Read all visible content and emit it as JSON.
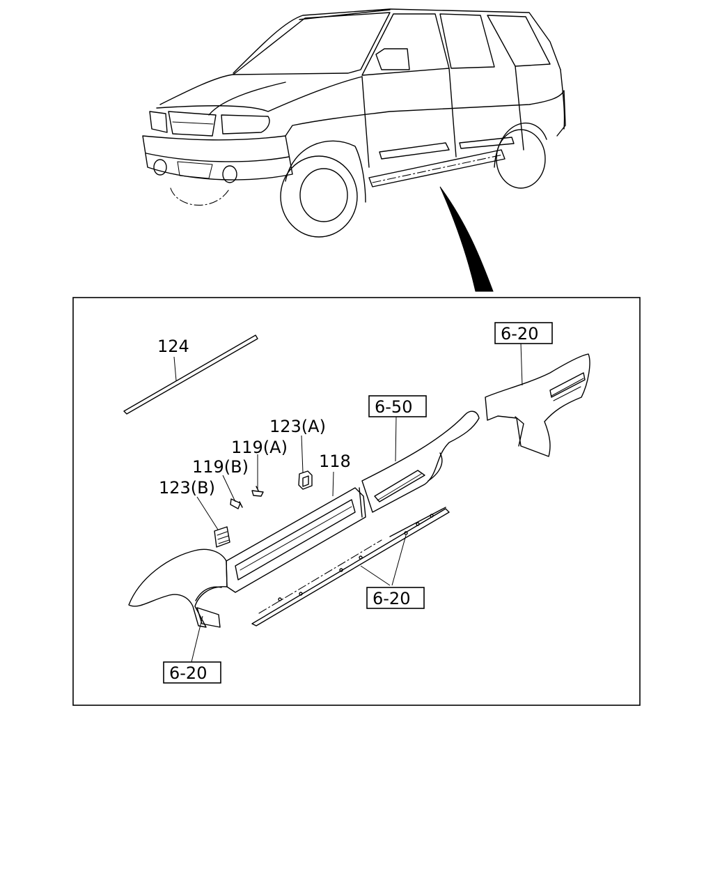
{
  "callouts": {
    "c124": "124",
    "c123a": "123(A)",
    "c119a": "119(A)",
    "c119b": "119(B)",
    "c123b": "123(B)",
    "c118": "118",
    "c650": "6-50",
    "c620_rear": "6-20",
    "c620_step": "6-20",
    "c620_front": "6-20"
  },
  "colors": {
    "line": "#000000",
    "background": "#ffffff"
  }
}
